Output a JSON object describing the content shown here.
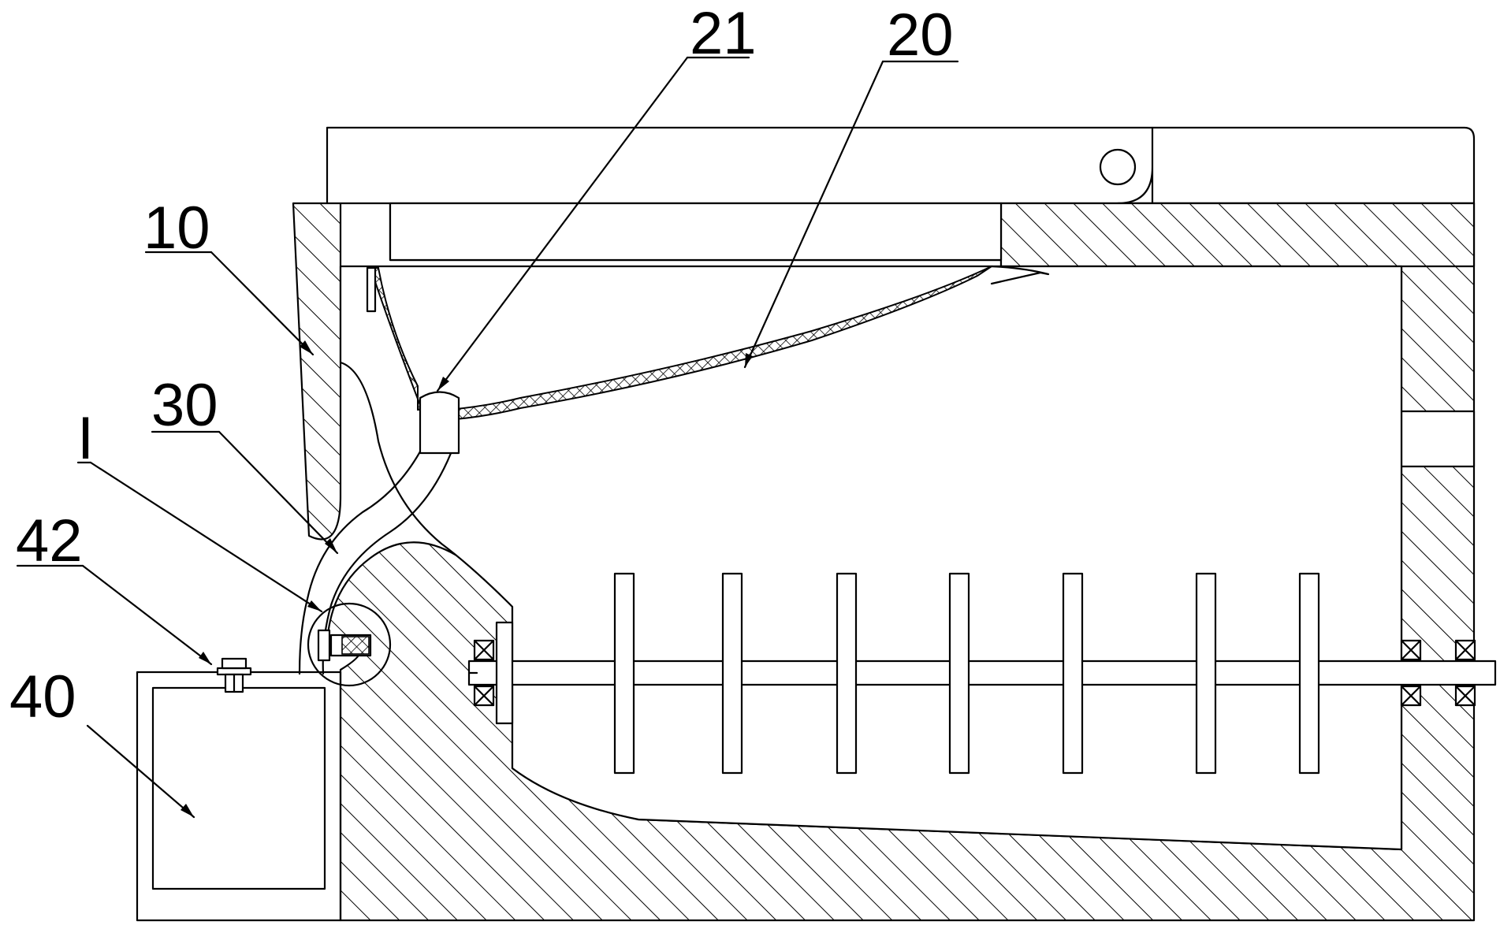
{
  "labels": {
    "l21": "21",
    "l20": "20",
    "l10": "10",
    "l30": "30",
    "lI": "I",
    "l42": "42",
    "l40": "40"
  }
}
